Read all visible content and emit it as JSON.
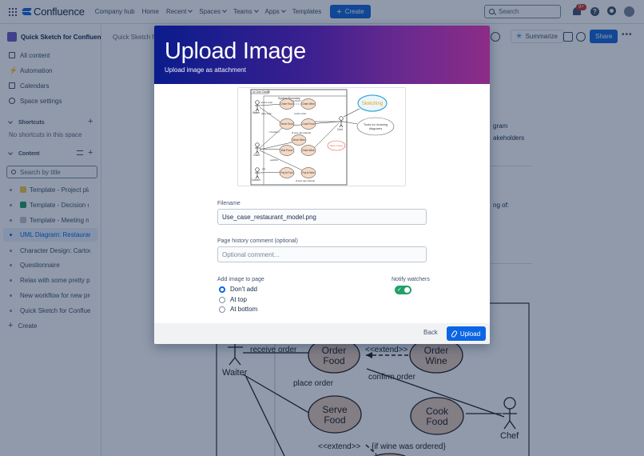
{
  "topnav": {
    "product": "Confluence",
    "links": [
      "Company hub",
      "Home",
      "Recent",
      "Spaces",
      "Teams",
      "Apps",
      "Templates"
    ],
    "create_label": "Create",
    "search_placeholder": "Search",
    "notifications_badge": "9+"
  },
  "sidebar": {
    "space_name": "Quick Sketch for Confluence",
    "items": [
      "All content",
      "Automation",
      "Calendars",
      "Space settings"
    ],
    "shortcuts_header": "Shortcuts",
    "shortcuts_empty": "No shortcuts in this space",
    "content_header": "Content",
    "search_placeholder": "Search by title",
    "pages": [
      "Template - Project plan",
      "Template - Decision documentation",
      "Template - Meeting notes",
      "UML Diagram: Restaurant",
      "Character Design: Cartoon",
      "Questionnaire",
      "Relax with some pretty pictures",
      "New workflow for new project",
      "Quick Sketch for Confluence"
    ],
    "create_label": "Create"
  },
  "main": {
    "breadcrumb": "Quick Sketch for Confluence",
    "summarize_label": "Summarize",
    "share_label": "Share",
    "text_1": "gram",
    "text_2": "akeholders",
    "text_3": "ng of:"
  },
  "background_diagram": {
    "actors": [
      "Waiter",
      "Chef"
    ],
    "use_cases": [
      "Order Food",
      "Order Wine",
      "Serve Food",
      "Cook Food"
    ],
    "labels": [
      "receive order",
      "<<extend>>",
      "confirm order",
      "place order",
      "<<extend>>",
      "{if wine was ordered}"
    ]
  },
  "modal": {
    "title": "Upload Image",
    "subtitle": "Upload image as attachment",
    "filename_label": "Filename",
    "filename_value": "Use_case_restaurant_model.png",
    "comment_label": "Page history comment (optional)",
    "comment_placeholder": "Optional comment...",
    "add_label": "Add image to page",
    "options": [
      "Don't add",
      "At top",
      "At bottom"
    ],
    "selected_option": "Don't add",
    "notify_label": "Notify watchers",
    "notify_on": true,
    "back_label": "Back",
    "upload_label": "Upload",
    "preview": {
      "boundary": "System Boundary",
      "frame_label": "uc Use Cases",
      "actors": [
        "Waiter",
        "Client",
        "Cashier",
        "Chef"
      ],
      "use_cases": [
        "Order Food",
        "Order Wine",
        "Serve Food",
        "Cook Food",
        "Serve Wine",
        "Eat Food",
        "Drink Wine",
        "Pay for Food",
        "Pay for Wine"
      ],
      "labels": [
        "receive order",
        "confirm order",
        "place order",
        "<<extend>>",
        "{if wine was ordered}",
        "<<include>>",
        "eat/drink",
        "pay",
        "{if wine was ordered}"
      ],
      "sketch_bubble": "Sketching",
      "tools_text": [
        "Tools for drawing",
        "diagrams"
      ],
      "small_note": "Save money"
    }
  },
  "colors": {
    "primary": "#0c66e4",
    "header_start": "#0b1c8c",
    "header_end": "#8c2c87",
    "toggle_on": "#22a06b",
    "usecase_fill": "#f4d9c6"
  }
}
